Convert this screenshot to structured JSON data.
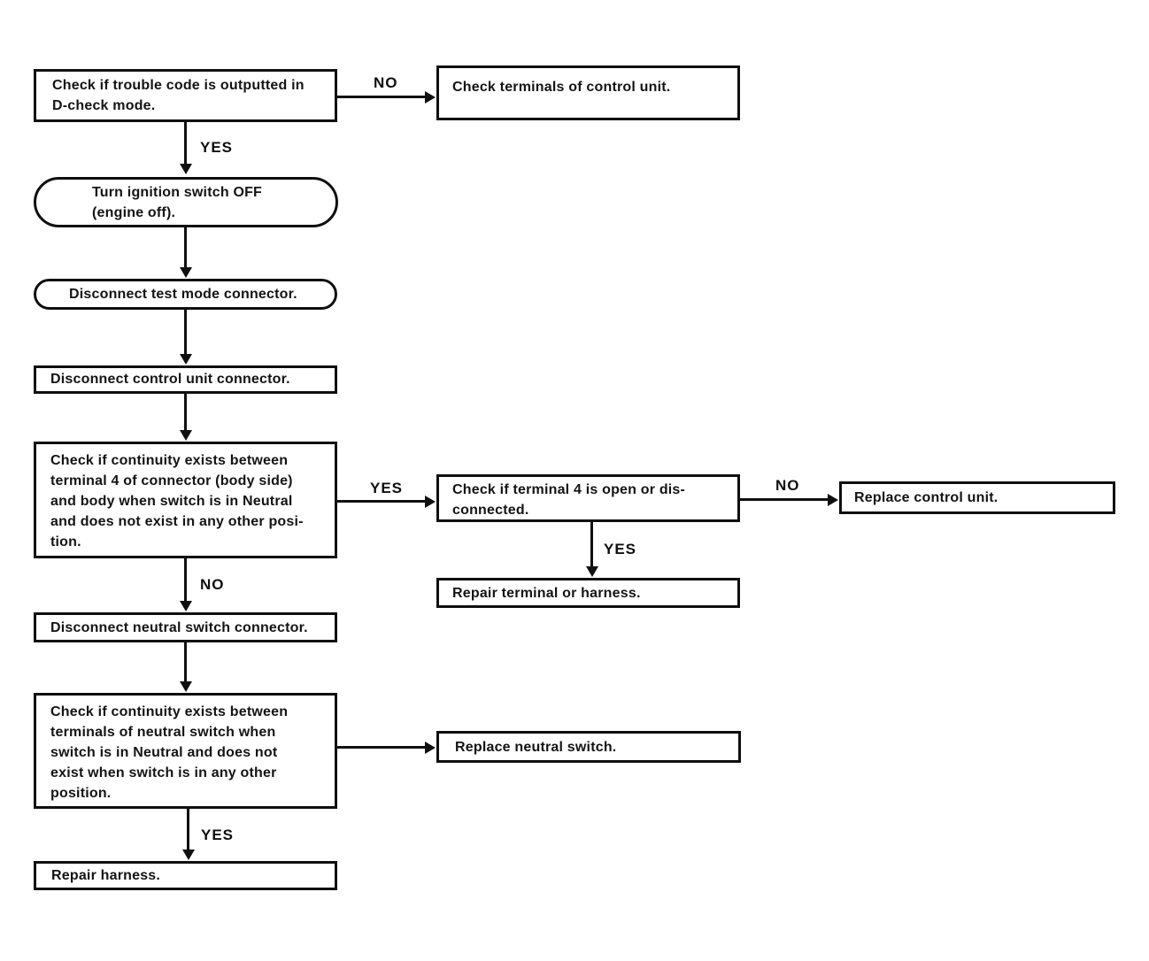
{
  "colors": {
    "ink": "#101010",
    "background": "#ffffff"
  },
  "flowchart": {
    "nodes": {
      "check_trouble_code": {
        "shape": "rect",
        "lines": [
          "Check if trouble code is outputted in",
          "D-check mode."
        ]
      },
      "check_terminals_control_unit": {
        "shape": "rect",
        "lines": [
          "Check terminals of control unit."
        ]
      },
      "turn_ignition_off": {
        "shape": "stadium",
        "lines": [
          "Turn ignition switch OFF",
          "(engine off)."
        ]
      },
      "disconnect_test_mode_connector": {
        "shape": "stadium",
        "lines": [
          "Disconnect test mode connector."
        ]
      },
      "disconnect_control_unit_connector": {
        "shape": "rect",
        "lines": [
          "Disconnect control unit connector."
        ]
      },
      "check_continuity_terminal_4": {
        "shape": "rect",
        "lines": [
          "Check if continuity exists between",
          "terminal 4 of connector (body side)",
          "and body when switch is in Neutral",
          "and does not exist in any other posi-",
          "tion."
        ]
      },
      "check_terminal_4_open": {
        "shape": "rect",
        "lines": [
          "Check if terminal 4 is open or dis-",
          "connected."
        ]
      },
      "replace_control_unit": {
        "shape": "rect",
        "lines": [
          "Replace control unit."
        ]
      },
      "repair_terminal_or_harness": {
        "shape": "rect",
        "lines": [
          "Repair terminal or harness."
        ]
      },
      "disconnect_neutral_switch_connector": {
        "shape": "rect",
        "lines": [
          "Disconnect neutral switch connector."
        ]
      },
      "check_continuity_neutral_switch": {
        "shape": "rect",
        "lines": [
          "Check if continuity exists between",
          "terminals of neutral switch when",
          "switch is in Neutral and does not",
          "exist when switch is in any other",
          "position."
        ]
      },
      "replace_neutral_switch": {
        "shape": "rect",
        "lines": [
          "Replace neutral switch."
        ]
      },
      "repair_harness": {
        "shape": "rect",
        "lines": [
          "Repair harness."
        ]
      }
    },
    "edge_labels": {
      "trouble_code_no": "NO",
      "trouble_code_yes": "YES",
      "continuity4_yes": "YES",
      "terminal4_no": "NO",
      "terminal4_yes": "YES",
      "continuity4_no": "NO",
      "neutral_switch_yes": "YES"
    }
  }
}
